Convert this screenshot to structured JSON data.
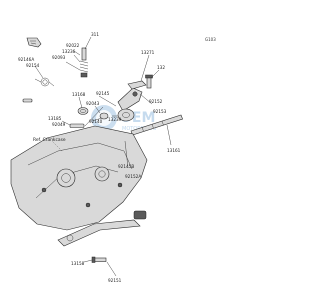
{
  "diagram_code": "G103",
  "reference_note": "Ref. Crankcase",
  "callouts": [
    {
      "id": "c-92154",
      "text": "92154"
    },
    {
      "id": "c-92022",
      "text": "92022"
    },
    {
      "id": "c-13236",
      "text": "13236"
    },
    {
      "id": "c-92093",
      "text": "92093"
    },
    {
      "id": "c-92146a",
      "text": "92146A"
    },
    {
      "id": "c-311",
      "text": "311"
    },
    {
      "id": "c-13271",
      "text": "13271"
    },
    {
      "id": "c-132",
      "text": "132"
    },
    {
      "id": "c-13168",
      "text": "13168"
    },
    {
      "id": "c-92043",
      "text": "92043"
    },
    {
      "id": "c-92145",
      "text": "92145"
    },
    {
      "id": "c-92152",
      "text": "92152"
    },
    {
      "id": "c-92153",
      "text": "92153"
    },
    {
      "id": "c-13185",
      "text": "13185"
    },
    {
      "id": "c-92049",
      "text": "92049"
    },
    {
      "id": "c-92140",
      "text": "92140"
    },
    {
      "id": "c-13239",
      "text": "13239"
    },
    {
      "id": "c-92145b",
      "text": "92145B"
    },
    {
      "id": "c-13161",
      "text": "13161"
    },
    {
      "id": "c-92152a",
      "text": "92152A"
    },
    {
      "id": "c-13158",
      "text": "13158"
    },
    {
      "id": "c-92151",
      "text": "92151"
    }
  ],
  "watermark": {
    "title": "OEM",
    "subtitle": "MOTORPARTS"
  }
}
